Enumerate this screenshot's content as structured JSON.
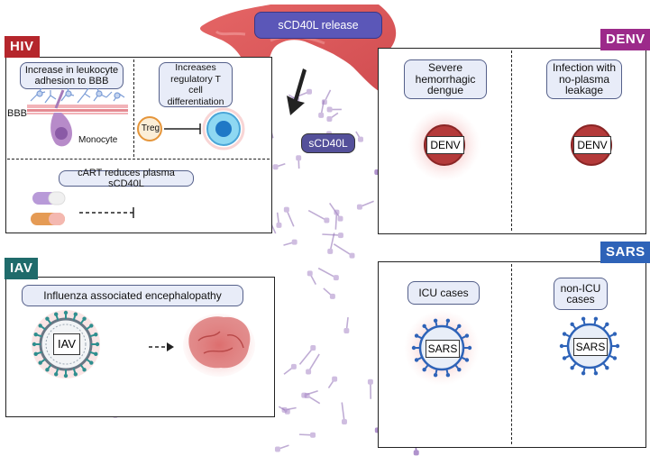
{
  "release": {
    "label": "sCD40L release"
  },
  "scd40l_label": "sCD40L",
  "hiv": {
    "tag": "HIV",
    "color": "#b5262c",
    "leukocyte_text": "Increase in leukocyte adhesion to BBB",
    "bbb_label": "BBB",
    "monocyte_label": "Monocyte",
    "treg_text": "Increases regulatory T cell differentiation",
    "treg_label": "Treg",
    "cart_text": "cART reduces plasma sCD40L"
  },
  "iav": {
    "tag": "IAV",
    "color": "#1f6b6b",
    "encephalopathy_text": "Influenza associated encephalopathy",
    "virus_label": "IAV"
  },
  "denv": {
    "tag": "DENV",
    "color": "#9c2a8a",
    "severe_text": "Severe hemorrhagic dengue",
    "noleak_text": "Infection with no-plasma leakage",
    "virus_label_1": "DENV",
    "virus_label_2": "DENV"
  },
  "sars": {
    "tag": "SARS",
    "color": "#2e63b8",
    "icu_text": "ICU cases",
    "nonicu_text": "non-ICU cases",
    "virus_label_1": "SARS",
    "virus_label_2": "SARS"
  }
}
